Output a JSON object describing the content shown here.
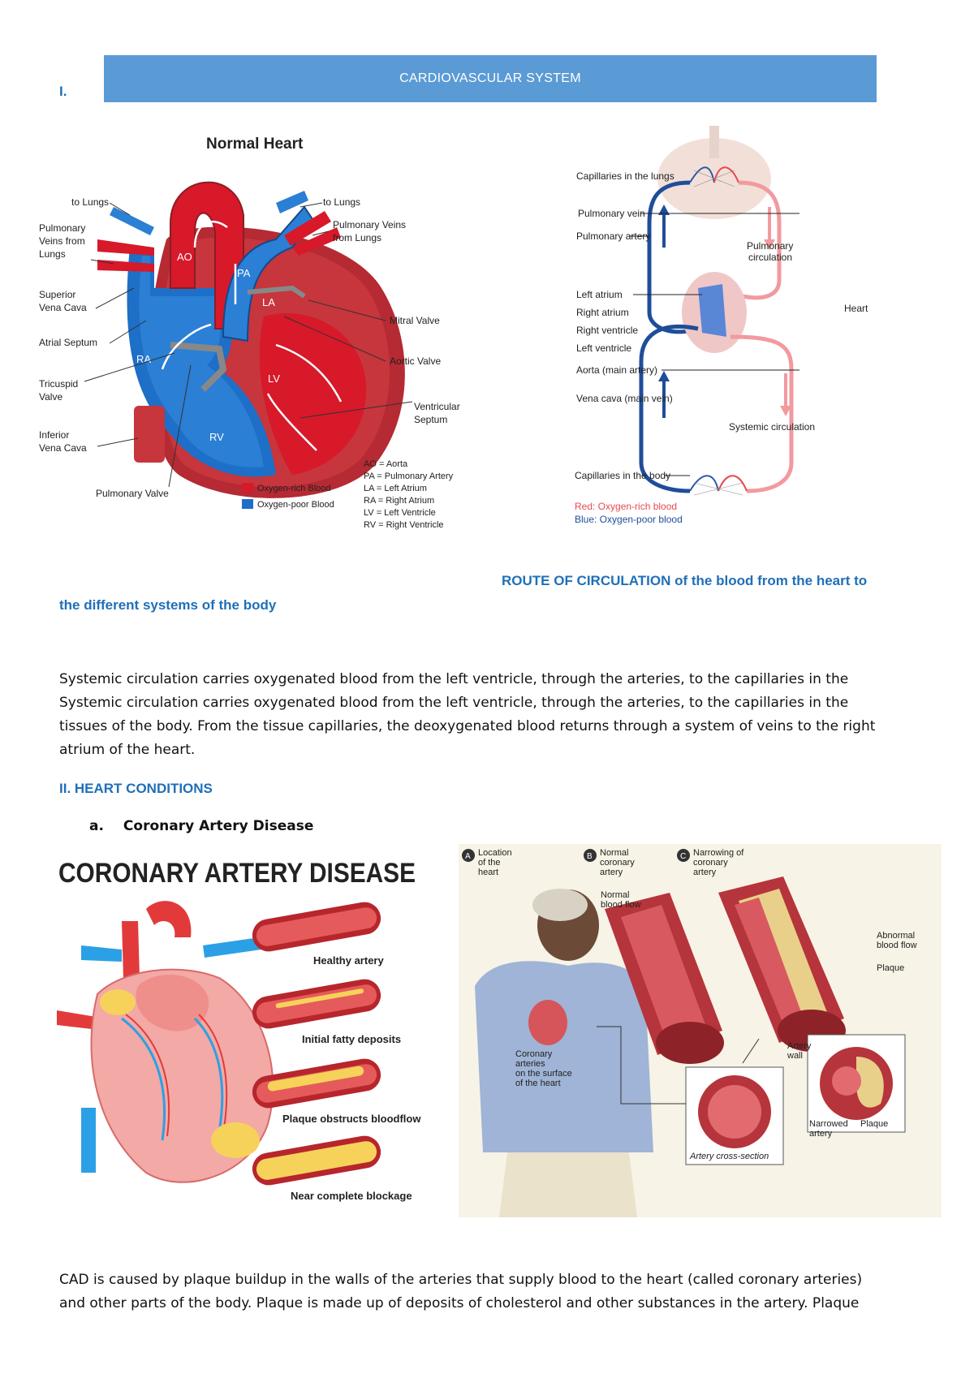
{
  "section1": {
    "number": "I.",
    "banner_title": "CARDIOVASCULAR SYSTEM",
    "banner_color": "#5b9bd5"
  },
  "normal_heart": {
    "title": "Normal Heart",
    "labels": {
      "to_lungs_left": "to Lungs",
      "to_lungs_right": "to Lungs",
      "pulmonary_veins_from_lungs_left": [
        "Pulmonary",
        "Veins from",
        "Lungs"
      ],
      "pulmonary_veins_from_lungs_right": [
        "Pulmonary Veins",
        "from Lungs"
      ],
      "superior_vena_cava": [
        "Superior",
        "Vena Cava"
      ],
      "atrial_septum": "Atrial Septum",
      "tricuspid_valve": [
        "Tricuspid",
        "Valve"
      ],
      "inferior_vena_cava": [
        "Inferior",
        "Vena Cava"
      ],
      "pulmonary_valve": "Pulmonary Valve",
      "mitral_valve": "Mitral Valve",
      "aortic_valve": "Aortic Valve",
      "ventricular_septum": [
        "Ventricular",
        "Septum"
      ],
      "chamber_ao": "AO",
      "chamber_pa": "PA",
      "chamber_la": "LA",
      "chamber_ra": "RA",
      "chamber_lv": "LV",
      "chamber_rv": "RV"
    },
    "legend": [
      {
        "label": "Oxygen-rich Blood",
        "color": "#d7192a"
      },
      {
        "label": "Oxygen-poor Blood",
        "color": "#1d6fc7"
      }
    ],
    "abbreviations": [
      "AO = Aorta",
      "PA = Pulmonary Artery",
      "LA = Left Atrium",
      "RA = Right Atrium",
      "LV = Left Ventricle",
      "RV = Right Ventricle"
    ]
  },
  "circulation_diagram": {
    "labels": {
      "capillaries_lungs": "Capillaries in the lungs",
      "pulmonary_vein": "Pulmonary vein",
      "pulmonary_artery": "Pulmonary artery",
      "pulmonary_circulation": [
        "Pulmonary",
        "circulation"
      ],
      "left_atrium": "Left atrium",
      "right_atrium": "Right atrium",
      "right_ventricle": "Right ventricle",
      "left_ventricle": "Left ventricle",
      "heart": "Heart",
      "aorta": "Aorta (main artery)",
      "vena_cava": "Vena cava (main vein)",
      "systemic_circulation": "Systemic circulation",
      "capillaries_body": "Capillaries in the body"
    },
    "legend_red": "Red: Oxygen-rich blood",
    "legend_blue": "Blue: Oxygen-poor blood",
    "red_color": "#e8484f",
    "blue_color": "#1f4e99"
  },
  "route_heading_part1": "ROUTE OF CIRCULATION of the blood from the heart to",
  "route_heading_part2": "the different systems of the body",
  "paragraph_systemic": {
    "line1": "Systemic circulation carries oxygenated blood from the left ventricle, through the arteries, to the capillaries in the",
    "line2": "Systemic circulation carries oxygenated blood from the left ventricle, through the arteries, to the capillaries in the",
    "line3": "tissues of the body. From the tissue capillaries, the deoxygenated blood returns through a system of veins to the right",
    "line4": "atrium of the heart."
  },
  "section2": {
    "heading": "II. HEART CONDITIONS",
    "sub_letter": "a.",
    "sub_title": "Coronary Artery Disease"
  },
  "cad_infographic": {
    "title": "CORONARY ARTERY DISEASE",
    "stages": [
      "Healthy artery",
      "Initial fatty deposits",
      "Plaque obstructs bloodflow",
      "Near complete blockage"
    ]
  },
  "cad_illustration": {
    "panels": [
      {
        "letter": "A",
        "label": [
          "Location",
          "of the",
          "heart"
        ]
      },
      {
        "letter": "B",
        "label": [
          "Normal",
          "coronary",
          "artery"
        ]
      },
      {
        "letter": "C",
        "label": [
          "Narrowing of",
          "coronary",
          "artery"
        ]
      }
    ],
    "labels": {
      "normal_blood_flow": [
        "Normal",
        "blood flow"
      ],
      "abnormal_blood_flow": [
        "Abnormal",
        "blood flow"
      ],
      "plaque": "Plaque",
      "artery_wall": [
        "Artery",
        "wall"
      ],
      "coronary_arteries": [
        "Coronary",
        "arteries",
        "on the surface",
        "of the heart"
      ],
      "artery_cross_section": "Artery cross-section",
      "narrowed_artery": [
        "Narrowed",
        "artery"
      ],
      "plaque2": "Plaque"
    }
  },
  "paragraph_cad": {
    "line1": "CAD is caused by plaque buildup in the walls of the arteries that supply blood to the heart (called coronary arteries)",
    "line2": "and other parts of the body. Plaque is made up of deposits of cholesterol and other substances in the artery. Plaque"
  }
}
